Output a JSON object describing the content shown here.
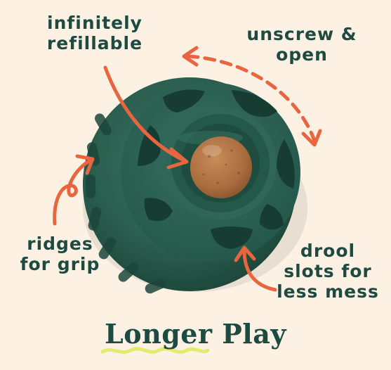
{
  "callouts": {
    "refill": {
      "line1": "infinitely",
      "line2": "refillable"
    },
    "open": {
      "line1": "unscrew &",
      "line2": "open"
    },
    "grip": {
      "line1": "ridges",
      "line2": "for grip"
    },
    "drool": {
      "line1": "drool",
      "line2": "slots for",
      "line3": "less mess"
    }
  },
  "title": "Longer Play",
  "colors": {
    "background": "#fdf1e4",
    "text": "#1f4a42",
    "ball": "#2b5f50",
    "arrow": "#e8663f",
    "treat": "#b37644",
    "underline": "#e2ec6c"
  },
  "icons": [
    "dog-toy-ball-image",
    "treat-ball",
    "arrow-icon",
    "dashed-double-arrow-icon",
    "underline-squiggle"
  ]
}
